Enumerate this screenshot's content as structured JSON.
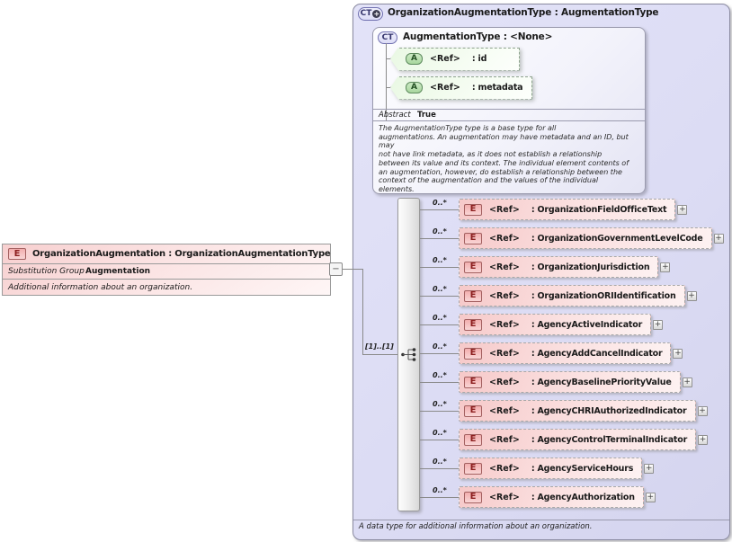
{
  "left_element": {
    "badge": "E",
    "title": "OrganizationAugmentation : OrganizationAugmentationType",
    "substitution_group_label": "Substitution Group",
    "substitution_group_value": "Augmentation",
    "annotation": "Additional information about an organization."
  },
  "connector": {
    "collapse_glyph": "−"
  },
  "complex_type": {
    "badge": "CT",
    "badge_modifier": "+",
    "title": "OrganizationAugmentationType : AugmentationType",
    "annotation": "A data type for additional information about an organization.",
    "base_type": {
      "badge": "CT",
      "title": "AugmentationType : <None>",
      "attribute_badge": "A",
      "ref_label": "<Ref>",
      "attributes": [
        "id",
        "metadata"
      ],
      "abstract_label": "Abstract",
      "abstract_value": "True",
      "description_lines": [
        "The AugmentationType type is a base type for all",
        "augmentations. An augmentation may have metadata and an ID, but may",
        "not have link metadata, as it does not establish a relationship",
        "between its value and its context. The individual element contents of",
        "an augmentation, however, do establish a relationship between the",
        "context of the augmentation and the values of the individual",
        "elements."
      ]
    },
    "sequence": {
      "occurrence": "[1]..[1]",
      "element_badge": "E",
      "ref_label": "<Ref>",
      "expand_glyph": "+",
      "elements": [
        {
          "cardinality": "0..*",
          "name": "OrganizationFieldOfficeText"
        },
        {
          "cardinality": "0..*",
          "name": "OrganizationGovernmentLevelCode"
        },
        {
          "cardinality": "0..*",
          "name": "OrganizationJurisdiction"
        },
        {
          "cardinality": "0..*",
          "name": "OrganizationORIIdentification"
        },
        {
          "cardinality": "0..*",
          "name": "AgencyActiveIndicator"
        },
        {
          "cardinality": "0..*",
          "name": "AgencyAddCancelIndicator"
        },
        {
          "cardinality": "0..*",
          "name": "AgencyBaselinePriorityValue"
        },
        {
          "cardinality": "0..*",
          "name": "AgencyCHRIAuthorizedIndicator"
        },
        {
          "cardinality": "0..*",
          "name": "AgencyControlTerminalIndicator"
        },
        {
          "cardinality": "0..*",
          "name": "AgencyServiceHours"
        },
        {
          "cardinality": "0..*",
          "name": "AgencyAuthorization"
        }
      ]
    }
  },
  "colors": {
    "element_pink": "#f6c9c9",
    "attribute_green": "#e9f8e3",
    "container_lavender": "#dcdcf4",
    "element_badge_red": "#8c1f1f",
    "attribute_badge_green": "#234f23",
    "type_badge_blue": "#33336b"
  }
}
